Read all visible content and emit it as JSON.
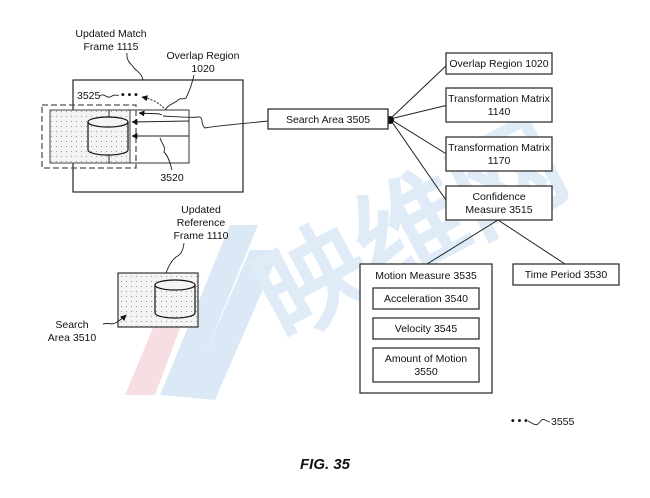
{
  "figure": {
    "caption": "FIG. 35",
    "watermark": {
      "logo": "N",
      "text": "映维网",
      "color_blue": "#cfe2f5",
      "color_red": "#f6d6dc"
    }
  },
  "left_panel": {
    "updated_match_frame": [
      "Updated Match",
      "Frame 1115"
    ],
    "overlap_region_label": [
      "Overlap Region",
      "1020"
    ],
    "label_3525": "3525",
    "ellipsis": "• • •",
    "label_3520": "3520",
    "updated_reference_frame": [
      "Updated",
      "Reference",
      "Frame 1110"
    ],
    "search_area_3510": [
      "Search",
      "Area 3510"
    ]
  },
  "tree": {
    "root": "Search Area 3505",
    "children": [
      {
        "lines": [
          "Overlap Region 1020"
        ]
      },
      {
        "lines": [
          "Transformation Matrix",
          "1140"
        ]
      },
      {
        "lines": [
          "Transformation Matrix",
          "1170"
        ]
      },
      {
        "lines": [
          "Confidence",
          "Measure 3515"
        ]
      }
    ],
    "confidence_children": {
      "motion_measure": {
        "title": "Motion Measure 3535",
        "items": [
          {
            "lines": [
              "Acceleration 3540"
            ]
          },
          {
            "lines": [
              "Velocity 3545"
            ]
          },
          {
            "lines": [
              "Amount of Motion",
              "3550"
            ]
          }
        ]
      },
      "time_period": "Time Period 3530"
    }
  },
  "legend": {
    "ellipsis": "• • •",
    "label": "3555"
  }
}
